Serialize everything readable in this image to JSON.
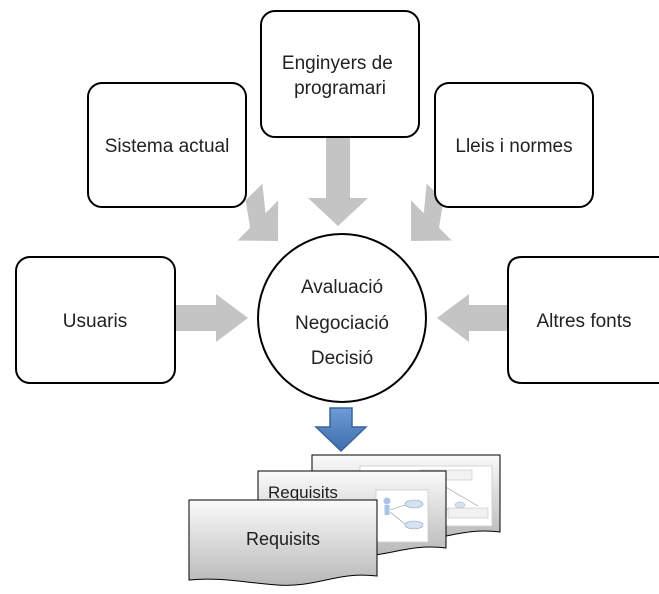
{
  "sources": {
    "enginyers": "Enginyers de programari",
    "sistema": "Sistema actual",
    "lleis": "Lleis i normes",
    "usuaris": "Usuaris",
    "altres": "Altres fonts"
  },
  "center": {
    "line1": "Avaluació",
    "line2": "Negociació",
    "line3": "Decisió"
  },
  "documents": {
    "back_label": "Requisits",
    "front_label": "Requisits"
  },
  "colors": {
    "gray_arrow": "#c4c4c4",
    "blue_arrow": "#4f81bd",
    "box_stroke": "#000000"
  }
}
